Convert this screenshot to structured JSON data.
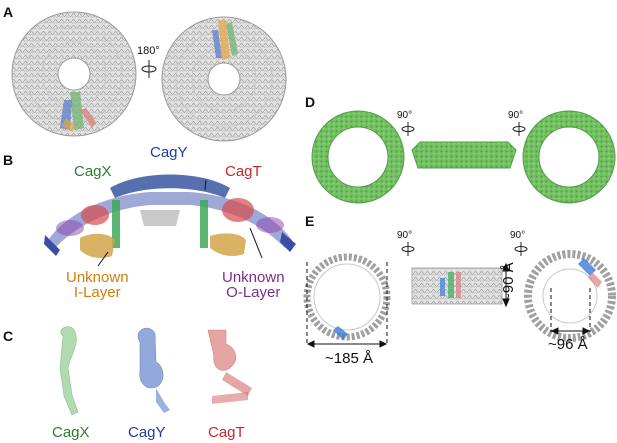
{
  "panels": {
    "a": "A",
    "b": "B",
    "c": "C",
    "d": "D",
    "e": "E"
  },
  "rotations": {
    "a_rot": "180",
    "a_deg": "°",
    "d_rot1": "90",
    "d_rot2": "90",
    "e_rot1": "90",
    "e_rot2": "90",
    "deg": "°"
  },
  "labels_b": {
    "cagx": "CagX",
    "cagy": "CagY",
    "cagt": "CagT",
    "unknown_i_1": "Unknown",
    "unknown_i_2": "I-Layer",
    "unknown_o_1": "Unknown",
    "unknown_o_2": "O-Layer"
  },
  "labels_c": {
    "cagx": "CagX",
    "cagy": "CagY",
    "cagt": "CagT"
  },
  "measurements_e": {
    "diameter_outer": "~185 Å",
    "height": "~90 Å",
    "diameter_inner": "~96 Å"
  },
  "colors": {
    "cagx": "#2e7d32",
    "cagy": "#1c3f94",
    "cagt": "#c62828",
    "unknown_i": "#d37d0b",
    "unknown_o": "#7b2d8e",
    "structure_gray": "#bdbdbd",
    "map_green": "#66bb55"
  }
}
